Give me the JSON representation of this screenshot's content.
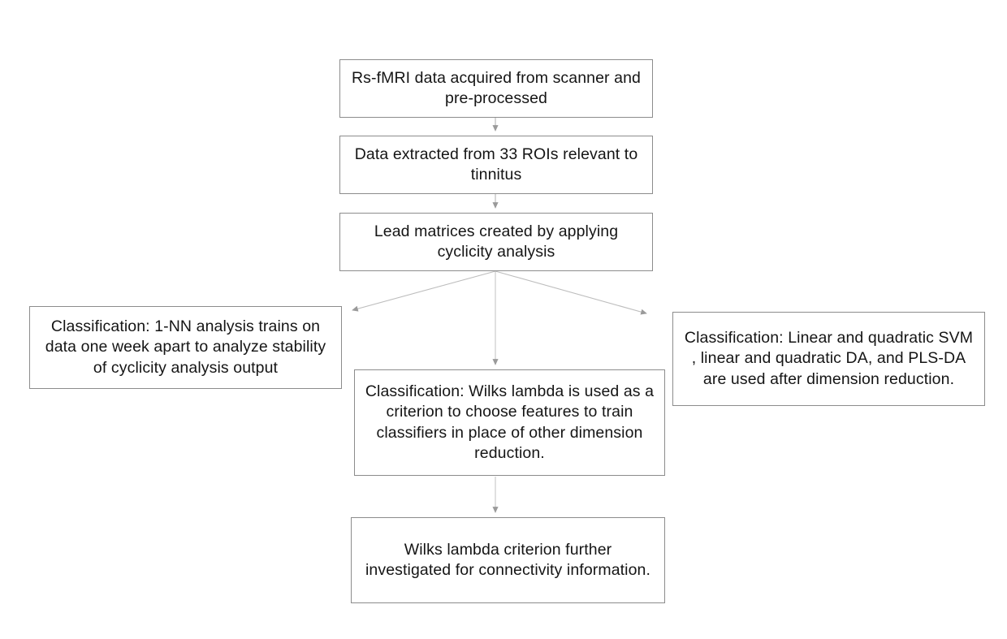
{
  "figure": {
    "type": "flowchart",
    "orientation": "top-to-bottom",
    "background_color": "#ffffff",
    "box_border_color": "#8c8c8c",
    "connector_color": "#b0b0b0",
    "text_color": "#151515"
  },
  "nodes": {
    "acquire": {
      "id": "acquire",
      "text": "Rs-fMRI data acquired from scanner and pre-processed"
    },
    "extract": {
      "id": "extract",
      "text": "Data extracted from 33 ROIs relevant to tinnitus"
    },
    "lead_matrices": {
      "id": "lead-matrices",
      "text": "Lead matrices created by applying cyclicity analysis"
    },
    "one_nn": {
      "id": "one-nn",
      "text": "Classification: 1-NN analysis trains on data one week apart to analyze stability of cyclicity analysis output"
    },
    "svm_da": {
      "id": "svm-da",
      "text": "Classification: Linear and quadratic SVM , linear and quadratic DA, and PLS-DA are used after dimension reduction."
    },
    "wilks": {
      "id": "wilks",
      "text": "Classification: Wilks lambda is used as a criterion to choose features to train classifiers in place of other dimension reduction."
    },
    "connectivity": {
      "id": "connectivity",
      "text": "Wilks lambda criterion further investigated for connectivity information."
    }
  },
  "edges": [
    {
      "id": "acquire-to-extract",
      "from": "acquire",
      "to": "extract",
      "style": "straight-down",
      "arrow": "down"
    },
    {
      "id": "extract-to-lead-matrices",
      "from": "extract",
      "to": "lead_matrices",
      "style": "straight-down",
      "arrow": "down"
    },
    {
      "id": "lead-matrices-to-one-nn",
      "from": "lead_matrices",
      "to": "one_nn",
      "style": "diagonal-left",
      "arrow": "left-down"
    },
    {
      "id": "lead-matrices-to-wilks",
      "from": "lead_matrices",
      "to": "wilks",
      "style": "straight-down",
      "arrow": "down"
    },
    {
      "id": "lead-matrices-to-svm-da",
      "from": "lead_matrices",
      "to": "svm_da",
      "style": "diagonal-right",
      "arrow": "right-down"
    },
    {
      "id": "wilks-to-connectivity",
      "from": "wilks",
      "to": "connectivity",
      "style": "straight-down",
      "arrow": "down"
    }
  ]
}
